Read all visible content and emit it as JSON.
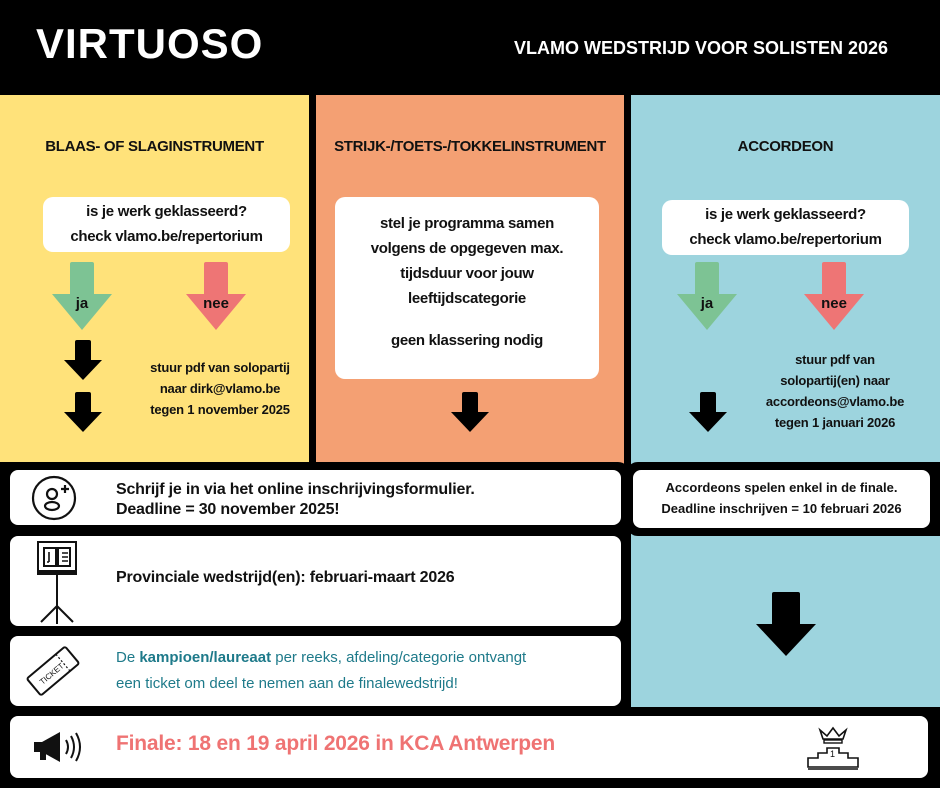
{
  "header": {
    "logo": "VIRTUOSO",
    "subtitle": "VLAMO WEDSTRIJD VOOR SOLISTEN 2026"
  },
  "columns": [
    {
      "title": "BLAAS- OF SLAGINSTRUMENT",
      "question_line1": "is je werk geklasseerd?",
      "question_line2": "check vlamo.be/repertorium",
      "yes": "ja",
      "no": "nee",
      "instruction": [
        "stuur pdf van solopartij",
        "naar dirk@vlamo.be",
        "tegen 1 november 2025"
      ]
    },
    {
      "title": "STRIJK-/TOETS-/TOKKELINSTRUMENT",
      "lines": [
        "stel je programma samen",
        "volgens de opgegeven max.",
        "tijdsduur voor jouw",
        "leeftijdscategorie"
      ],
      "note": "geen klassering nodig"
    },
    {
      "title": "ACCORDEON",
      "question_line1": "is je werk geklasseerd?",
      "question_line2": "check vlamo.be/repertorium",
      "yes": "ja",
      "no": "nee",
      "instruction": [
        "stuur pdf van",
        "solopartij(en) naar",
        "accordeons@vlamo.be",
        "tegen 1 januari 2026"
      ]
    }
  ],
  "steps": {
    "register_line1": "Schrijf je in via het online inschrijvingsformulier.",
    "register_line2": "Deadline = 30 november 2025!",
    "provincial": "Provinciale wedstrijd(en): februari-maart 2026",
    "ticket_pre": "De ",
    "ticket_bold": "kampioen/laureaat",
    "ticket_post": " per reeks, afdeling/categorie ontvangt",
    "ticket_line2": "een ticket om deel te nemen aan de finalewedstrijd!",
    "ticket_icon_text": "TICKET",
    "accordion_line1": "Accordeons spelen enkel in de finale.",
    "accordion_line2": "Deadline inschrijven = 10 februari 2026",
    "finale": "Finale: 18 en 19 april 2026 in KCA Antwerpen",
    "podium_number": "1"
  },
  "colors": {
    "yellow": "#FFE27A",
    "orange": "#F4A073",
    "blue": "#9DD4DE",
    "green": "#7DC394",
    "red": "#EE7575",
    "teal": "#1E7A8A",
    "finale": "#EF7373"
  }
}
